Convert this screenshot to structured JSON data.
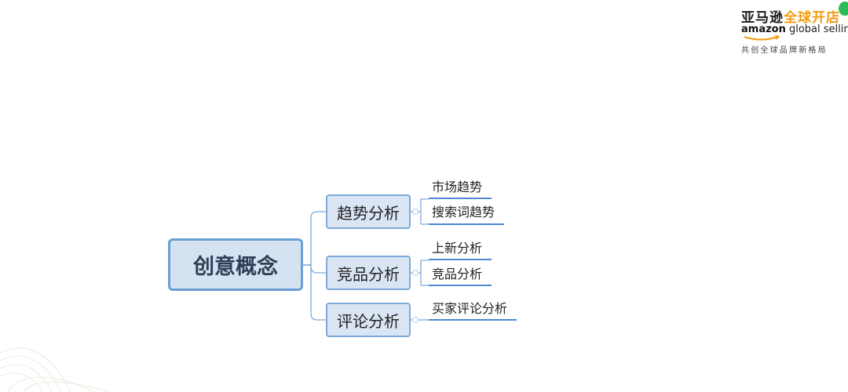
{
  "logo": {
    "cn_part1": "亚马逊",
    "cn_part2": "全球开店",
    "en_part1": "amazon",
    "en_part2": "global selling",
    "slogan": "共创全球品牌新格局"
  },
  "mindmap": {
    "root": "创意概念",
    "branches": [
      {
        "label": "趋势分析",
        "leaves": [
          "市场趋势",
          "搜索词趋势"
        ]
      },
      {
        "label": "竞品分析",
        "leaves": [
          "上新分析",
          "竞品分析"
        ]
      },
      {
        "label": "评论分析",
        "leaves": [
          "买家评论分析"
        ]
      }
    ]
  },
  "colors": {
    "node_border": "#7fa9da",
    "node_fill": "#d9e5f3",
    "connector": "#7fa9da",
    "leaf_underline": "#4f86d6",
    "brand_orange": "#f39c12"
  }
}
